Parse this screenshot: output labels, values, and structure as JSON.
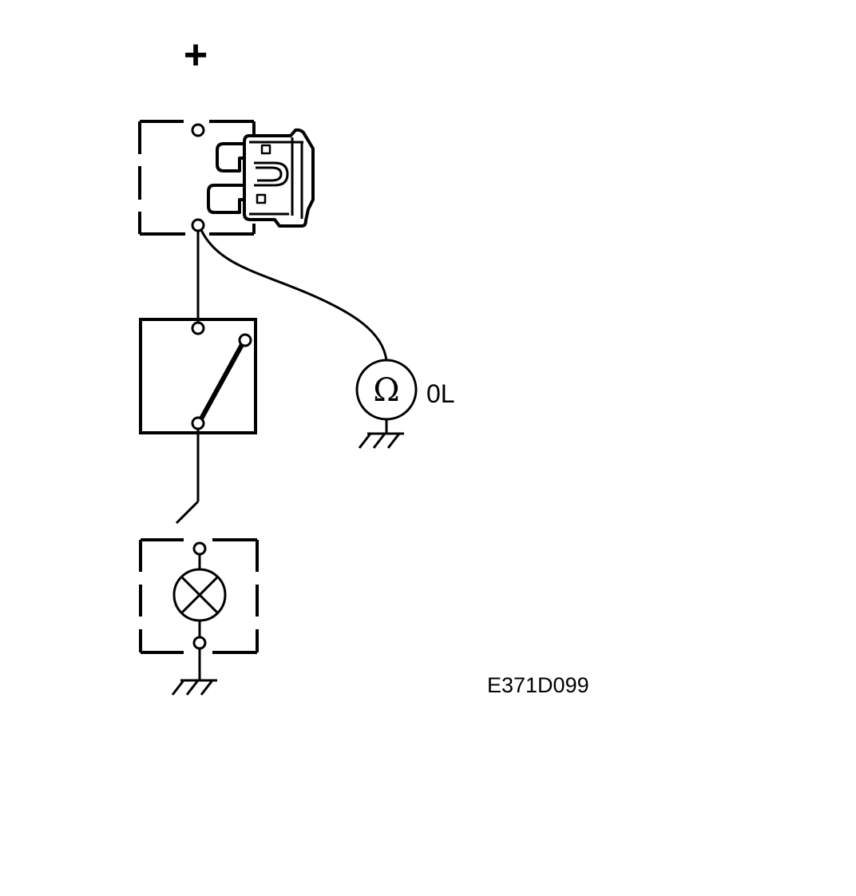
{
  "diagram": {
    "supply_symbol": "+",
    "meter_symbol": "Ω",
    "meter_reading": "0L",
    "figure_code": "E371D099"
  },
  "colors": {
    "ink": "#000000",
    "background": "#ffffff"
  },
  "components": [
    {
      "name": "fuse",
      "icon": "blade-fuse-icon"
    },
    {
      "name": "switch",
      "icon": "switch-icon"
    },
    {
      "name": "lamp",
      "icon": "lamp-icon"
    },
    {
      "name": "ohmmeter",
      "icon": "ohmmeter-icon"
    },
    {
      "name": "ground",
      "icon": "ground-icon"
    }
  ]
}
